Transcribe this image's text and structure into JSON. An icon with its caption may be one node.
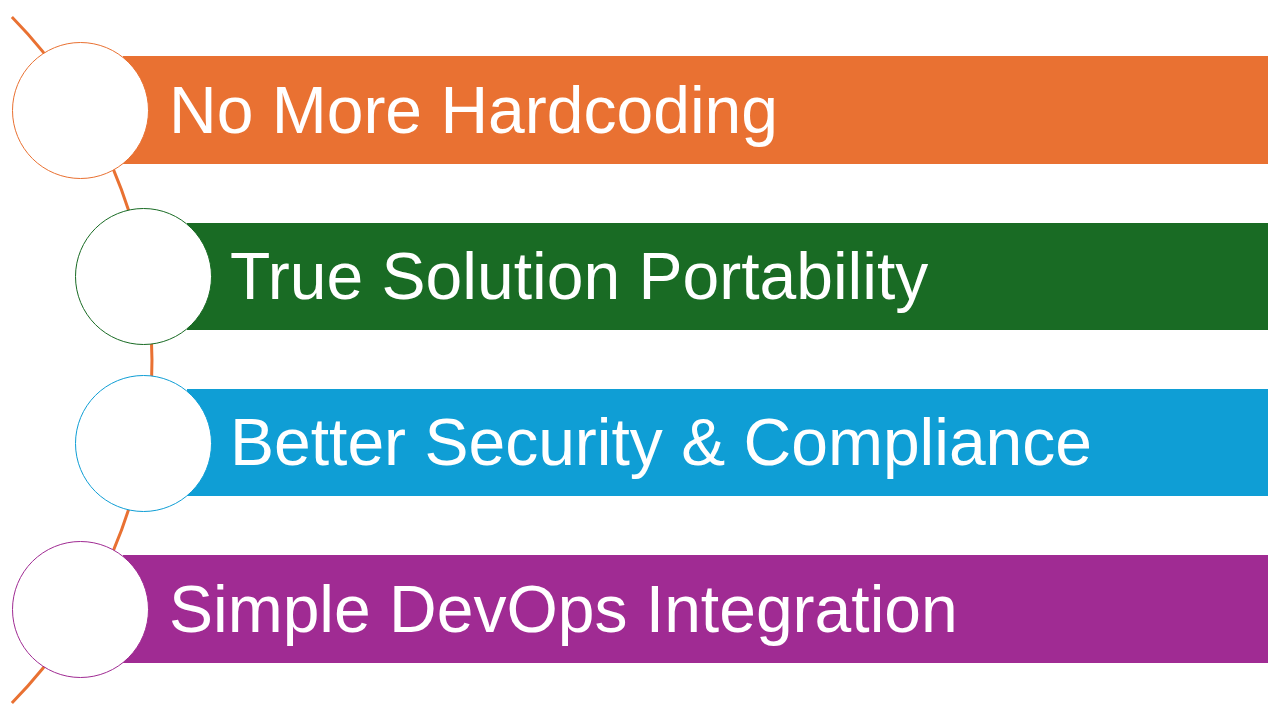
{
  "diagram": {
    "nodes": [
      {
        "text": [],
        "shape": "circle"
      },
      {
        "text": [
          "No More Hardcoding"
        ]
      },
      {
        "text": [],
        "shape": "circle"
      },
      {
        "text": [
          "True Solution Portability"
        ]
      },
      {
        "text": [],
        "shape": "circle"
      },
      {
        "text": [
          "Better Security & Compliance"
        ]
      },
      {
        "text": [],
        "shape": "circle"
      },
      {
        "text": [
          "Simple DevOps Integration"
        ]
      }
    ]
  }
}
